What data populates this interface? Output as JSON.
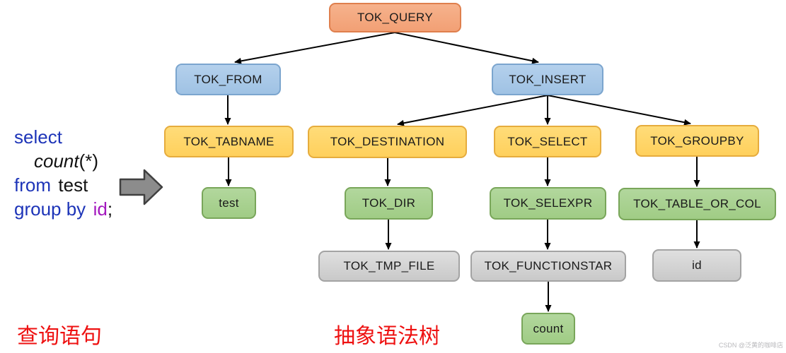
{
  "palette": {
    "node_orange_fill": "#F4A97E",
    "node_orange_border": "#DF7F4D",
    "node_blue_fill": "#A9C9E8",
    "node_blue_border": "#7BA5CE",
    "node_yellow_fill": "#FFD666",
    "node_yellow_border": "#E6AC3D",
    "node_green_fill": "#A9D18E",
    "node_green_border": "#79A65A",
    "node_gray_fill": "#D4D4D4",
    "node_gray_border": "#A3A3A3",
    "edge_color": "#000000",
    "caption_color": "#EE1111",
    "sql_keyword_color": "#1D34B8",
    "sql_identifier_color": "#A318BE",
    "sql_text_color": "#111111",
    "block_arrow_fill": "#8C8C8C",
    "block_arrow_border": "#404040",
    "watermark_color": "#B9B9BC"
  },
  "sql_query": {
    "keyword_select": "select",
    "function_name": "count",
    "function_args": "(*)",
    "keyword_from": "from",
    "table_name": "test",
    "keyword_group_by": "group by",
    "column_name": "id",
    "terminator": ";"
  },
  "captions": {
    "left": "查询语句",
    "right": "抽象语法树"
  },
  "watermark": "CSDN @泛黄的咖啡店",
  "ast_tree": {
    "nodes": [
      {
        "label": "TOK_QUERY",
        "color": "orange"
      },
      {
        "label": "TOK_FROM",
        "color": "blue"
      },
      {
        "label": "TOK_INSERT",
        "color": "blue"
      },
      {
        "label": "TOK_TABNAME",
        "color": "yellow"
      },
      {
        "label": "TOK_DESTINATION",
        "color": "yellow"
      },
      {
        "label": "TOK_SELECT",
        "color": "yellow"
      },
      {
        "label": "TOK_GROUPBY",
        "color": "yellow"
      },
      {
        "label": "test",
        "color": "green"
      },
      {
        "label": "TOK_DIR",
        "color": "green"
      },
      {
        "label": "TOK_SELEXPR",
        "color": "green"
      },
      {
        "label": "TOK_TABLE_OR_COL",
        "color": "green"
      },
      {
        "label": "TOK_TMP_FILE",
        "color": "gray"
      },
      {
        "label": "TOK_FUNCTIONSTAR",
        "color": "gray"
      },
      {
        "label": "id",
        "color": "gray"
      },
      {
        "label": "count",
        "color": "green"
      }
    ],
    "edges": [
      {
        "from": "TOK_QUERY",
        "to": "TOK_FROM"
      },
      {
        "from": "TOK_QUERY",
        "to": "TOK_INSERT"
      },
      {
        "from": "TOK_FROM",
        "to": "TOK_TABNAME"
      },
      {
        "from": "TOK_TABNAME",
        "to": "test"
      },
      {
        "from": "TOK_INSERT",
        "to": "TOK_DESTINATION"
      },
      {
        "from": "TOK_INSERT",
        "to": "TOK_SELECT"
      },
      {
        "from": "TOK_INSERT",
        "to": "TOK_GROUPBY"
      },
      {
        "from": "TOK_DESTINATION",
        "to": "TOK_DIR"
      },
      {
        "from": "TOK_DIR",
        "to": "TOK_TMP_FILE"
      },
      {
        "from": "TOK_SELECT",
        "to": "TOK_SELEXPR"
      },
      {
        "from": "TOK_SELEXPR",
        "to": "TOK_FUNCTIONSTAR"
      },
      {
        "from": "TOK_GROUPBY",
        "to": "TOK_TABLE_OR_COL"
      },
      {
        "from": "TOK_TABLE_OR_COL",
        "to": "id"
      },
      {
        "from": "TOK_FUNCTIONSTAR",
        "to": "count"
      }
    ]
  }
}
